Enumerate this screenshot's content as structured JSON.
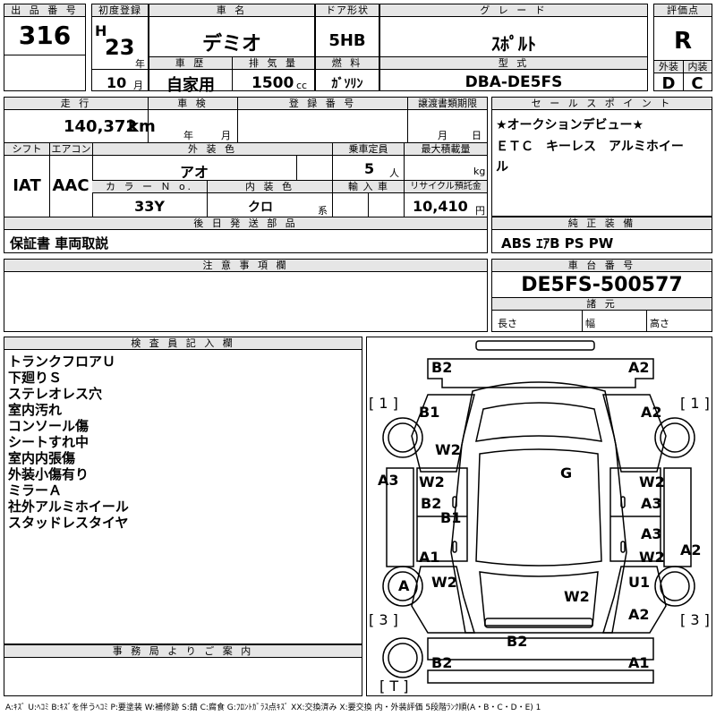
{
  "header": {
    "lot_label": "出 品 番 号",
    "lot_number": "316",
    "first_reg_label": "初度登録",
    "era": "H",
    "year": "23",
    "year_unit": "年",
    "month": "10",
    "month_unit": "月",
    "car_name_label": "車 名",
    "car_name": "デミオ",
    "door_label": "ドア形状",
    "door": "5HB",
    "grade_label": "グ レ ー ド",
    "grade": "ｽﾎﾟﾙﾄ",
    "score_label": "評価点",
    "score": "R",
    "history_label": "車 歴",
    "history": "自家用",
    "displacement_label": "排 気 量",
    "displacement": "1500",
    "displacement_unit": "cc",
    "fuel_label": "燃 料",
    "fuel": "ｶﾞｿﾘﾝ",
    "model_label": "型 式",
    "model": "DBA-DE5FS",
    "exterior_grade_label": "外装",
    "exterior_grade": "D",
    "interior_grade_label": "内装",
    "interior_grade": "C"
  },
  "specs": {
    "mileage_label": "走 行",
    "mileage": "140,372",
    "mileage_unit": "km",
    "inspection_label": "車 検",
    "inspection_year_unit": "年",
    "inspection_month_unit": "月",
    "reg_number_label": "登 録 番 号",
    "transfer_label": "譲渡書類期限",
    "transfer_month_unit": "月",
    "transfer_day_unit": "日",
    "shift_label": "シフト",
    "shift": "IAT",
    "aircon_label": "エアコン",
    "aircon": "AAC",
    "exterior_color_label": "外 装 色",
    "exterior_color": "アオ",
    "capacity_label": "乗車定員",
    "capacity": "5",
    "capacity_unit": "人",
    "max_load_label": "最大積載量",
    "max_load_unit": "kg",
    "color_no_label": "カ ラ ー Ｎ o.",
    "color_no": "33Y",
    "interior_color_label": "内 装 色",
    "interior_color": "クロ",
    "interior_color_unit": "系",
    "import_label": "輸 入 車",
    "recycle_label": "リサイクル預託金",
    "recycle": "10,410",
    "recycle_unit": "円",
    "later_parts_label": "後 日 発 送 部 品",
    "later_parts": "保証書 車両取説"
  },
  "sales": {
    "label": "セ ー ル ス ポ イ ン ト",
    "line1": "★オークションデビュー★",
    "line2": "ＥＴＣ　キーレス　アルミホイー",
    "line3": "ル",
    "equipment_label": "純 正 装 備",
    "equipment": "ABS ｴｱB PS PW"
  },
  "caution": {
    "label": "注 意 事 項 欄"
  },
  "chassis": {
    "label": "車 台 番 号",
    "number": "DE5FS-500577",
    "specs_label": "諸 元",
    "length_label": "長さ",
    "width_label": "幅",
    "height_label": "高さ"
  },
  "inspector": {
    "label": "検 査 員 記 入 欄",
    "notes": [
      "トランクフロアＵ",
      "下廻りＳ",
      "ステレオレス穴",
      "室内汚れ",
      "コンソール傷",
      "シートすれ中",
      "室内内張傷",
      "外装小傷有り",
      "ミラーＡ",
      "社外アルミホイール",
      "スタッドレスタイヤ"
    ]
  },
  "office": {
    "label": "事 務 局 よ り ご 案 内"
  },
  "diagram": {
    "labels": {
      "bumper_front_left": "B2",
      "bumper_front_right": "A2",
      "fender_front_left": "B1",
      "fender_front_right": "A2",
      "door_front_left_edge": "W2",
      "hood": "G",
      "door_left_top": "W2",
      "door_right_top": "W2",
      "door_left_b2": "B2",
      "door_right_a3": "A3",
      "pillar_left": "B1",
      "side_left": "A3",
      "door_right_a3b": "A3",
      "door_left_a1": "A1",
      "door_right_w2": "W2",
      "side_right": "A2",
      "rear_left_w2": "W2",
      "rear_right_u1": "U1",
      "roof_w2": "W2",
      "wheel_rear_left": "A",
      "rear_right_a2": "A2",
      "trunk_b2": "B2",
      "bumper_rear_left": "B2",
      "bumper_rear_right": "A1"
    },
    "brackets": {
      "front_left": "[ 1 ]",
      "front_right": "[ 1 ]",
      "rear_left": "[ 3 ]",
      "rear_right": "[ 3 ]",
      "tail": "[ T ]"
    }
  },
  "legend": "A:ｷｽﾞ U:ﾍｺﾐ B:ｷｽﾞを伴うﾍｺﾐ P:要塗装 W:補修跡 S:錆 C:腐食 G:ﾌﾛﾝﾄｶﾞﾗｽ点ｷｽﾞ XX:交換済み X:要交換 内・外装評価 5段階ﾗﾝｸ順(A・B・C・D・E) 1"
}
